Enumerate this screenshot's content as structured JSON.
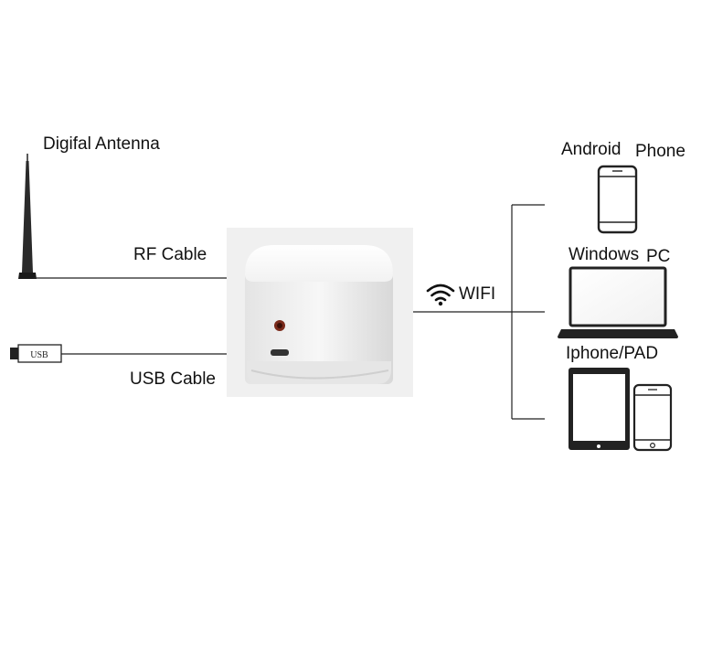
{
  "labels": {
    "antenna": "Digifal Antenna",
    "rf_cable": "RF Cable",
    "usb_cable": "USB Cable",
    "usb_plug_text": "USB",
    "wifi": "WIFI",
    "android_a": "Android",
    "android_b": "Phone",
    "windows_a": "Windows",
    "windows_b": "PC",
    "iphone_pad": "Iphone/PAD"
  },
  "icons": {
    "antenna": "antenna-icon",
    "usb": "usb-plug-icon",
    "device": "tv-box-device",
    "wifi": "wifi-icon",
    "phone": "smartphone-icon",
    "laptop": "laptop-icon",
    "tablet": "tablet-icon"
  },
  "colors": {
    "line": "#222222",
    "text": "#111111",
    "device_backdrop": "#f0f0f0"
  }
}
